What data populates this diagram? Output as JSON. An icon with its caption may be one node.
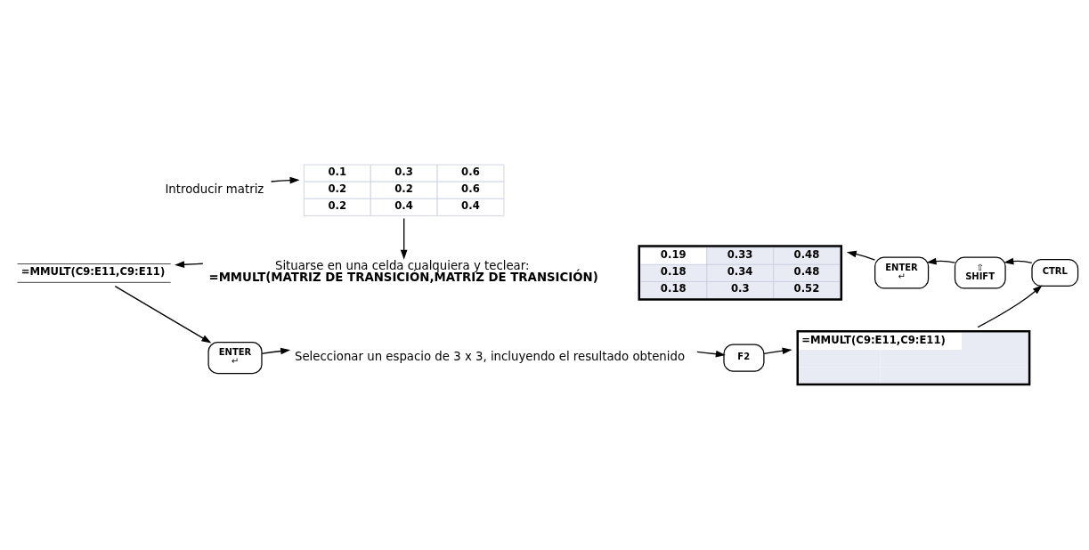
{
  "diagram": {
    "nodes": [
      {
        "text": [
          "Introducir matriz"
        ]
      },
      {
        "text": [
          "0.1",
          "0.3",
          "0.6",
          "0.2",
          "0.2",
          "0.6",
          "0.2",
          "0.4",
          "0.4"
        ]
      },
      {
        "text": [
          "Situarse en una celda cualquiera y teclear:",
          "=MMULT(MATRIZ DE TRANSICIÓN,MATRIZ DE TRANSICIÓN)"
        ]
      },
      {
        "text": [
          "=MMULT(C9:E11,C9:E11)"
        ]
      },
      {
        "text": [
          "ENTER",
          "↵"
        ]
      },
      {
        "text": [
          "Seleccionar un espacio de 3 x 3, incluyendo el resultado obtenido"
        ]
      },
      {
        "text": [
          "F2"
        ]
      },
      {
        "text": [
          "=MMULT(C9:E11,C9:E11)"
        ]
      },
      {
        "text": [
          "CTRL"
        ]
      },
      {
        "text": [
          "⇧",
          "SHIFT"
        ]
      },
      {
        "text": [
          "ENTER",
          "↵"
        ]
      },
      {
        "text": [
          "0.19",
          "0.33",
          "0.48",
          "0.18",
          "0.34",
          "0.48",
          "0.18",
          "0.3",
          "0.52"
        ]
      }
    ],
    "edges": [
      {
        "from": 0,
        "to": 1,
        "arrow": "to"
      },
      {
        "from": 1,
        "to": 2,
        "arrow": "to"
      },
      {
        "from": 2,
        "to": 3,
        "arrow": "to"
      },
      {
        "from": 3,
        "to": 4,
        "arrow": "to"
      },
      {
        "from": 4,
        "to": 5,
        "arrow": "to"
      },
      {
        "from": 5,
        "to": 6,
        "arrow": "to"
      },
      {
        "from": 6,
        "to": 7,
        "arrow": "to"
      },
      {
        "from": 7,
        "to": 8,
        "arrow": "to"
      },
      {
        "from": 8,
        "to": 9,
        "arrow": "to"
      },
      {
        "from": 9,
        "to": 10,
        "arrow": "to"
      },
      {
        "from": 10,
        "to": 11,
        "arrow": "to"
      }
    ]
  }
}
